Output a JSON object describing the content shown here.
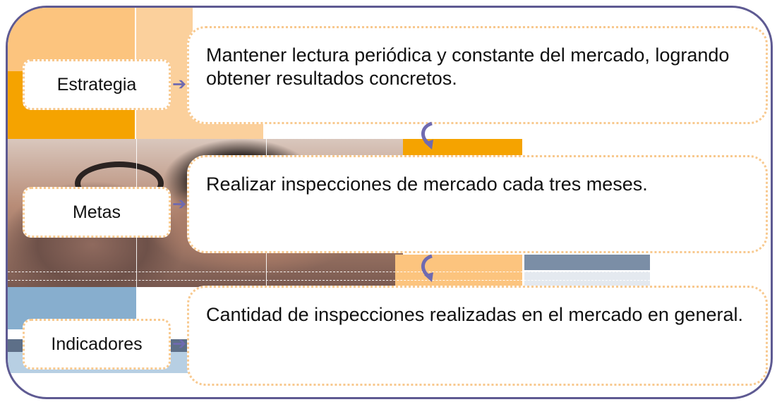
{
  "colors": {
    "frame_border": "#5e5a92",
    "box_border": "#f8c98f",
    "arrow": "#6f6ab0",
    "accent_orange": "#f5a300",
    "accent_blue": "#87aece",
    "accent_slate": "#7b8ea6"
  },
  "rows": [
    {
      "label": "Estrategia",
      "text": "Mantener lectura periódica y constante del mercado, logrando obtener resultados concretos."
    },
    {
      "label": "Metas",
      "text": "Realizar inspecciones de mercado cada tres meses."
    },
    {
      "label": "Indicadores",
      "text": "Cantidad de inspecciones realizadas en el mercado en general."
    }
  ],
  "icons": {
    "label_arrow": "right-arrow-icon",
    "connector": "curved-down-arrow-icon"
  }
}
